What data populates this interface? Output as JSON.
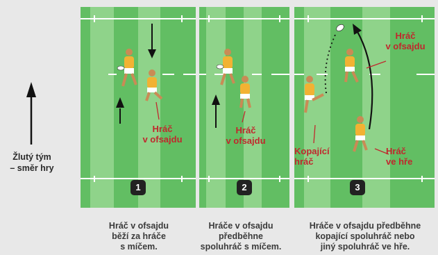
{
  "team_direction": "Žlutý tým\n– směr hry",
  "panels": [
    {
      "number": "1",
      "labels": [
        "Hráč\nv ofsajdu"
      ],
      "caption": "Hráč v ofsajdu\nběží za hráče\ns míčem."
    },
    {
      "number": "2",
      "labels": [
        "Hráč\nv ofsajdu"
      ],
      "caption": "Hráče v ofsajdu\npředběhne\nspoluhráč s míčem."
    },
    {
      "number": "3",
      "labels": [
        "Hráč\nv ofsajdu",
        "Kopající\nhráč",
        "Hráč\nve hře"
      ],
      "caption": "Hráče v ofsajdu předběhne\nkopající spoluhráč nebo\njiný spoluhráč ve hře."
    }
  ],
  "colors": {
    "background": "#e8e8e8",
    "pitch_light": "#8fd38a",
    "pitch_dark": "#62be63",
    "label_red": "#c0282d",
    "jersey": "#f2b233",
    "badge": "#222222"
  }
}
